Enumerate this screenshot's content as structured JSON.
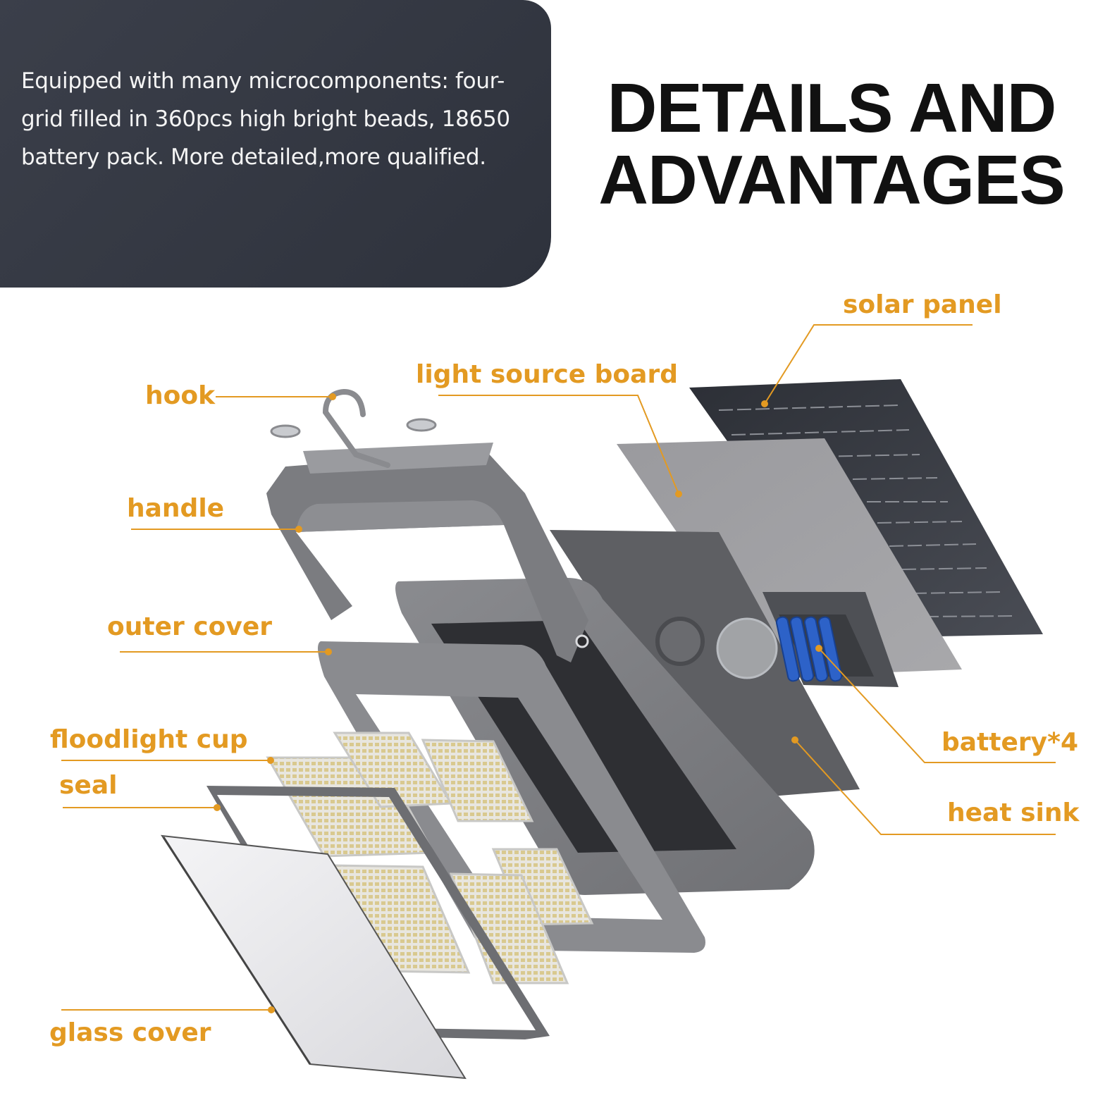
{
  "intro": {
    "text": "Equipped with many microcomponents: four-grid filled in 360pcs high bright beads, 18650 battery pack. More detailed,more qualified."
  },
  "headline": {
    "line1": "DETAILS AND",
    "line2": "ADVANTAGES"
  },
  "labels": {
    "solar_panel": "solar panel",
    "light_source_board": "light source board",
    "hook": "hook",
    "handle": "handle",
    "outer_cover": "outer cover",
    "floodlight_cup": "floodlight cup",
    "seal": "seal",
    "glass_cover": "glass cover",
    "battery": "battery*4",
    "heat_sink": "heat sink"
  },
  "colors": {
    "accent": "#e39a22",
    "panel_dark": "#333740",
    "housing": "#7d7e82",
    "battery": "#2d62c8"
  }
}
